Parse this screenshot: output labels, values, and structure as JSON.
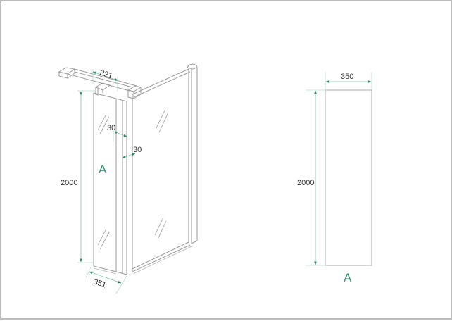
{
  "drawing": {
    "title": "Walk-in shower panel dimension drawing",
    "accent_color": "#2e8b6e",
    "line_color": "#9a9a9a"
  },
  "iso_view": {
    "panel_label": "A",
    "dimensions": {
      "arm_length": "321",
      "height": "2000",
      "profile_depth_1": "30",
      "profile_depth_2": "30",
      "base_width": "351"
    }
  },
  "front_view": {
    "panel_label": "A",
    "dimensions": {
      "width": "350",
      "height": "2000"
    }
  }
}
